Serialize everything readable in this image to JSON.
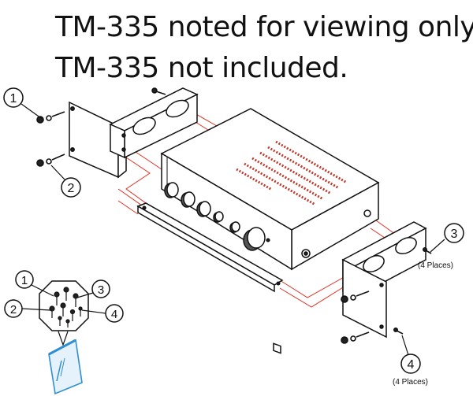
{
  "notes": {
    "line1": "TM-335 noted for viewing only.",
    "line2": "TM-335 not included."
  },
  "callouts": {
    "c1": "1",
    "c2": "2",
    "c3": "3",
    "c3_note": "(4 Places)",
    "c4": "4",
    "c4_note": "(4 Places)",
    "kit1": "1",
    "kit2": "2",
    "kit3": "3",
    "kit4": "4"
  },
  "colors": {
    "line": "#111111",
    "guide": "#e03020",
    "vent": "#c0392b"
  }
}
